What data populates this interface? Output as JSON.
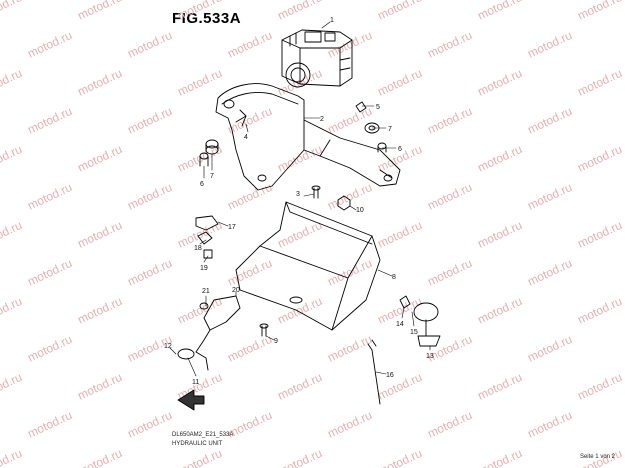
{
  "figure": {
    "title": "FIG.533A",
    "code": "DL650AM2_E21_533A",
    "name": "HYDRAULIC UNIT",
    "page": "Seite 1 von 2"
  },
  "watermark": {
    "text": "motod.ru",
    "color": "#e7b0b0"
  },
  "callouts": [
    "1",
    "2",
    "3",
    "4",
    "5",
    "6",
    "7",
    "6",
    "7",
    "8",
    "9",
    "10",
    "11",
    "12",
    "13",
    "14",
    "15",
    "16",
    "17",
    "18",
    "19",
    "20",
    "21"
  ],
  "colors": {
    "line": "#000000",
    "background": "#ffffff"
  }
}
